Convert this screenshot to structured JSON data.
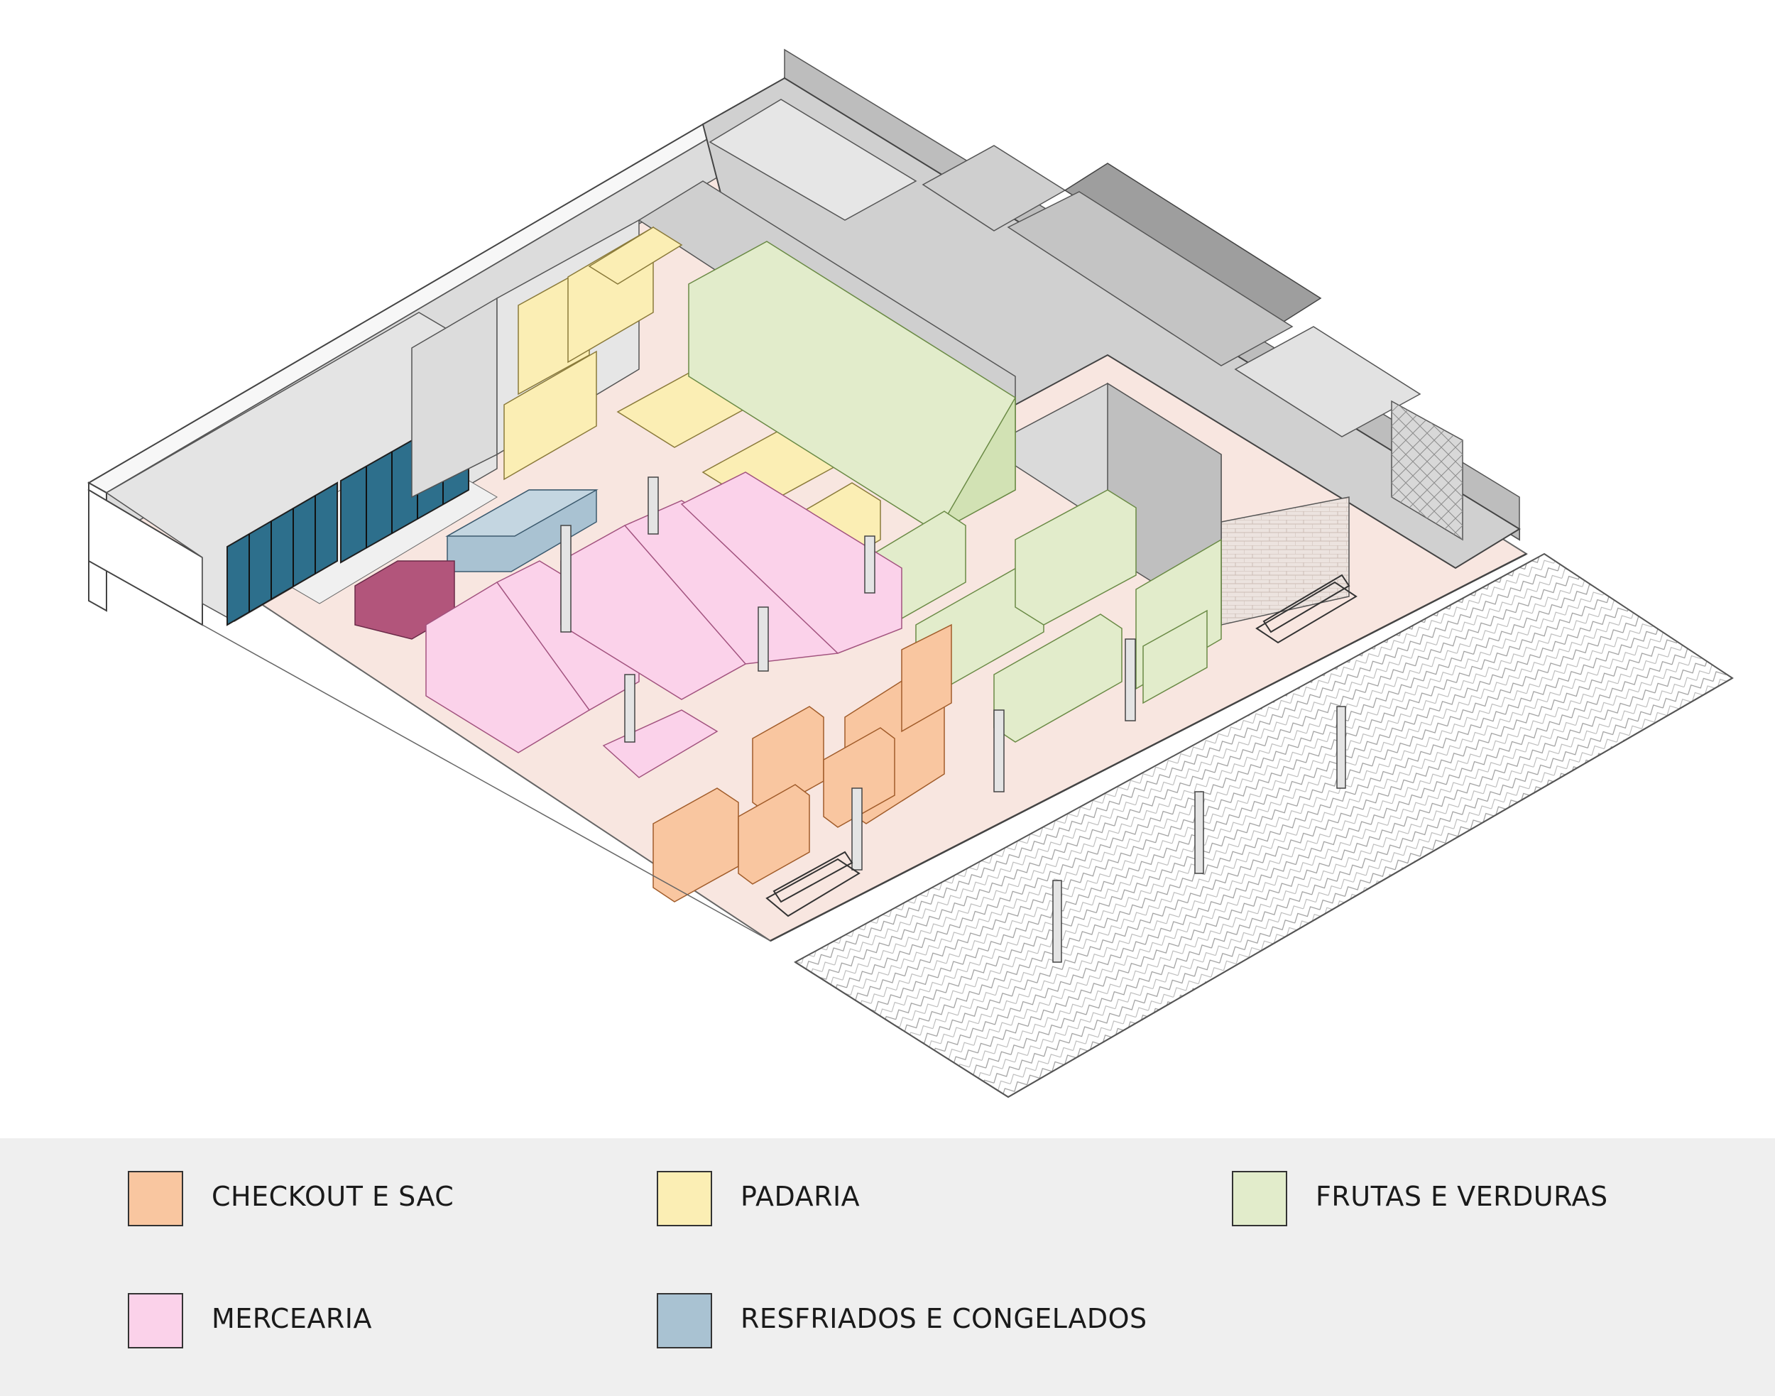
{
  "legend": {
    "items": [
      {
        "id": "checkout",
        "label": "CHECKOUT E SAC",
        "color": "#f9c6a0"
      },
      {
        "id": "padaria",
        "label": "PADARIA",
        "color": "#fbeeb4"
      },
      {
        "id": "frutas",
        "label": "FRUTAS E VERDURAS",
        "color": "#e2eccb"
      },
      {
        "id": "mercearia",
        "label": "MERCEARIA",
        "color": "#fbd2ea"
      },
      {
        "id": "resfriados",
        "label": "RESFRIADOS E CONGELADOS",
        "color": "#a9c2d2"
      }
    ]
  },
  "colors": {
    "floor": "#f8e6e0",
    "wall_light": "#ececec",
    "wall_mid": "#d4d4d4",
    "wall_dark": "#9e9e9e",
    "wall_top": "#f5f5f5",
    "sidewalk": "#ffffff",
    "freezer_glass": "#2d6f8c",
    "column": "#e4e4e4"
  }
}
